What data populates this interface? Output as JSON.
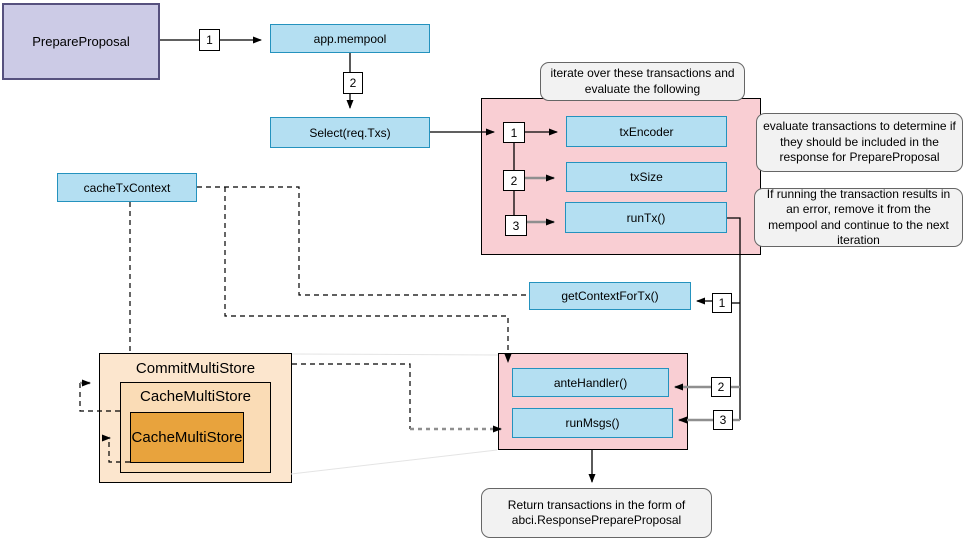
{
  "nodes": {
    "prepare_proposal": "PrepareProposal",
    "app_mempool": "app.mempool",
    "select_txs": "Select(req.Txs)",
    "tx_encoder": "txEncoder",
    "tx_size": "txSize",
    "run_tx": "runTx()",
    "cache_tx_context": "cacheTxContext",
    "get_context_for_tx": "getContextForTx()",
    "ante_handler": "anteHandler()",
    "run_msgs": "runMsgs()",
    "commit_multi_store": "CommitMultiStore",
    "cache_multi_store_outer": "CacheMultiStore",
    "cache_multi_store_inner": "CacheMultiStore"
  },
  "callouts": {
    "iterate": "iterate over these transactions and evaluate the following",
    "evaluate": "evaluate transactions to determine if they should be included in the response for PrepareProposal",
    "error": "If running the transaction results in an error, remove it from the mempool and continue to the next iteration",
    "return": "Return transactions in the form of abci.ResponsePrepareProposal"
  },
  "badges": {
    "flow": [
      "1",
      "2"
    ],
    "iteration": [
      "1",
      "2",
      "3"
    ],
    "execution": [
      "1",
      "2",
      "3"
    ]
  },
  "colors": {
    "purple_fill": "#CCCBE6",
    "purple_border": "#56517E",
    "blue_fill": "#B4DFF2",
    "blue_border": "#2492BE",
    "pink_fill": "#F9CED3",
    "pink_border": "#000000",
    "orange_outer_fill": "#FCE6CE",
    "orange_mid_fill": "#FADCB6",
    "orange_inner_fill": "#E8A33D",
    "callout_fill": "#F2F2F2",
    "callout_border": "#666666",
    "badge_fill": "#FFFFFF",
    "line_black": "#000000",
    "line_gray": "#8F8F8F",
    "faint_line": "#E4E4E4"
  }
}
